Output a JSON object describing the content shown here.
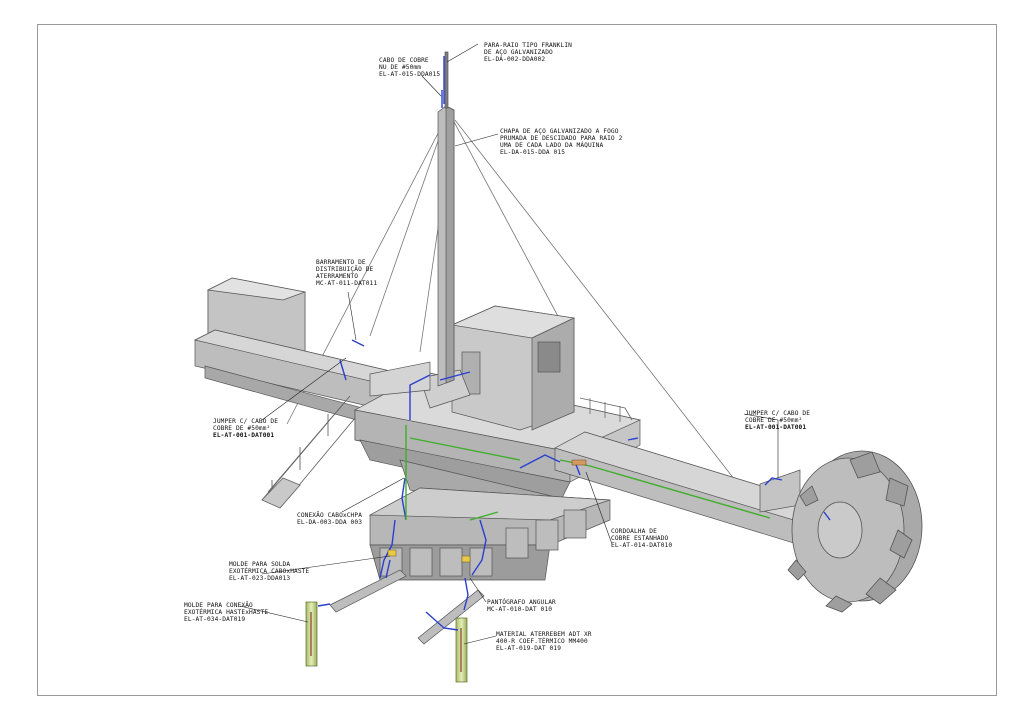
{
  "labels": {
    "franklin": [
      "PARA-RAIO TIPO FRANKLIN",
      "DE AÇO GALVANIZADO",
      "EL-DA-002-DDA002"
    ],
    "cabo_cobre": [
      "CABO DE COBRE",
      "NU DE #50mm",
      "EL-AT-015-DDA015"
    ],
    "chapa": [
      "CHAPA DE AÇO GALVANIZADO A FOGO",
      "PRUMADA DE DESCIDADO PARA RAIO 2",
      "UMA DE CADA LADO DA MÁQUINA",
      "EL-DA-015-DDA 015"
    ],
    "barramento": [
      "BARRAMENTO DE",
      "DISTRIBUIÇÃO DE",
      "ATERRAMENTO",
      "MC-AT-011-DAT011"
    ],
    "jumper_left": [
      "JUMPER  C/ CABO DE",
      "COBRE DE #50mm²",
      "EL-AT-001-DAT001"
    ],
    "jumper_right": [
      "JUMPER  C/ CABO DE",
      "COBRE DE #50mm²",
      "EL-AT-001-DAT001"
    ],
    "conexao": [
      "CONEXÃO CABOxCHPA",
      "EL-DA-003-DDA 003"
    ],
    "cordoalha": [
      "CORDOALHA DE",
      "COBRE ESTANHADO",
      "EL-AT-014-DAT010"
    ],
    "molde_solda": [
      "MOLDE PARA SOLDA",
      "EXOTÉRMICA CABOxHASTE",
      "EL-AT-023-DDA013"
    ],
    "molde_conexao": [
      "MOLDE PARA CONEXÃO",
      "EXOTÉRMICA HASTExHASTE",
      "EL-AT-034-DAT019"
    ],
    "pantografo": [
      "PANTÓGRAFO ANGULAR",
      "MC-AT-010-DAT 010"
    ],
    "material": [
      "MATERIAL ATERREBEM ADT XR",
      "400-R COEF.TÉRMICO MM400",
      "EL-AT-019-DAT 019"
    ]
  },
  "colors": {
    "body": "#b9b9b9",
    "body_light": "#d3d3d3",
    "body_dark": "#8f8f8f",
    "edge": "#555555",
    "ground_cable": "#2a3fd1",
    "green_cable": "#3fae2a",
    "rod": "#c8d89a",
    "copper": "#d39a60",
    "leader": "#222222"
  }
}
